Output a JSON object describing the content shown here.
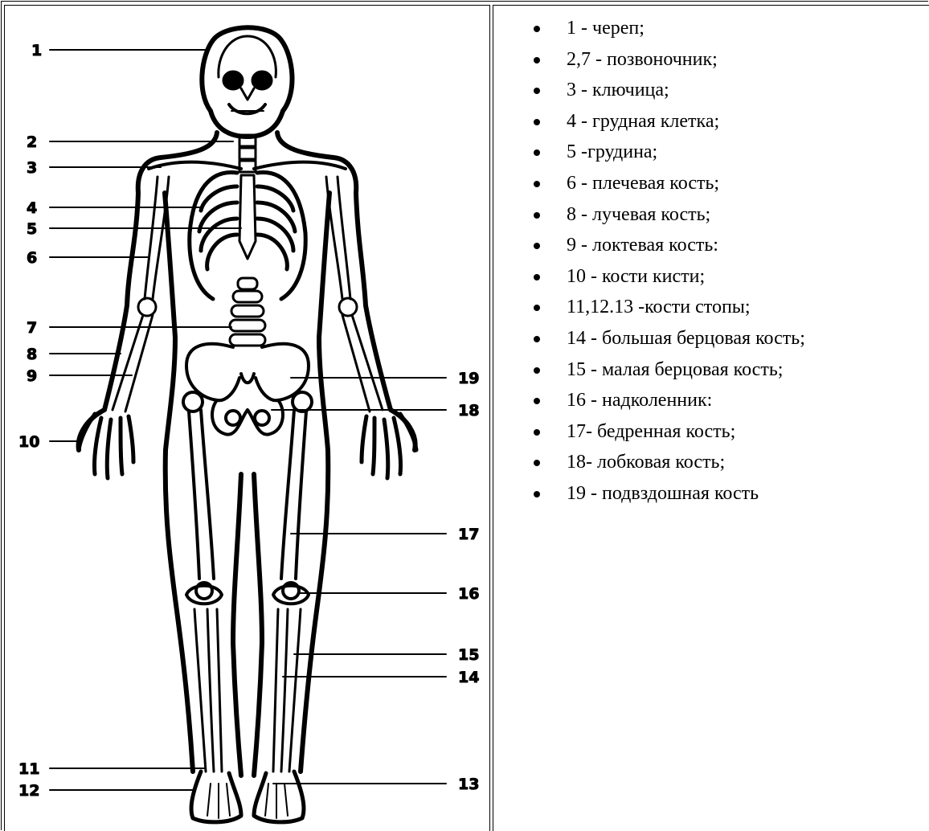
{
  "figure": {
    "numbers_left": [
      "1",
      "2",
      "3",
      "4",
      "5",
      "6",
      "7",
      "8",
      "9",
      "10",
      "11",
      "12"
    ],
    "numbers_right": [
      "19",
      "18",
      "17",
      "16",
      "15",
      "14",
      "13"
    ]
  },
  "legend": {
    "items": [
      "1 - череп;",
      "2,7 - позвоночник;",
      "3 - ключица;",
      "4 - грудная клетка;",
      "5 -грудина;",
      "6 - плечевая кость;",
      "8 - лучевая кость;",
      "9 - локтевая кость:",
      "10 - кости кисти;",
      "11,12.13 -кости стопы;",
      "14 - большая берцовая кость;",
      "15 - малая берцовая кость;",
      "16 - надколенник:",
      "17- бедренная кость;",
      "18- лобковая кость;",
      "19 - подвздошная кость"
    ]
  }
}
